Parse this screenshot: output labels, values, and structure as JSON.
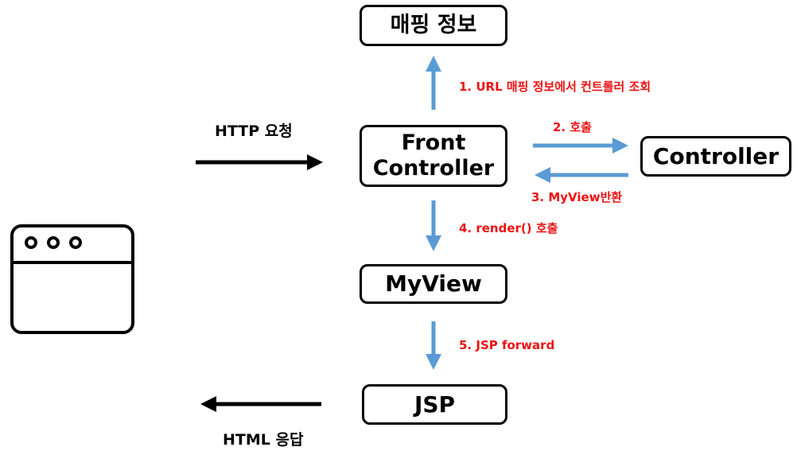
{
  "nodes": {
    "mapping_info": "매핑 정보",
    "front_controller_line1": "Front",
    "front_controller_line2": "Controller",
    "controller": "Controller",
    "myview": "MyView",
    "jsp": "JSP"
  },
  "steps": {
    "step1": "1. URL 매핑 정보에서 컨트롤러 조회",
    "step2": "2. 호출",
    "step3": "3. MyView반환",
    "step4": "4. render() 호출",
    "step5": "5. JSP forward"
  },
  "flow": {
    "request": "HTTP 요청",
    "response": "HTML 응답"
  },
  "colors": {
    "step_text": "#ee1111",
    "flow_arrow_blue": "#5b9bd5",
    "request_arrow": "#000000"
  },
  "icons": {
    "browser": "browser-window-icon"
  }
}
